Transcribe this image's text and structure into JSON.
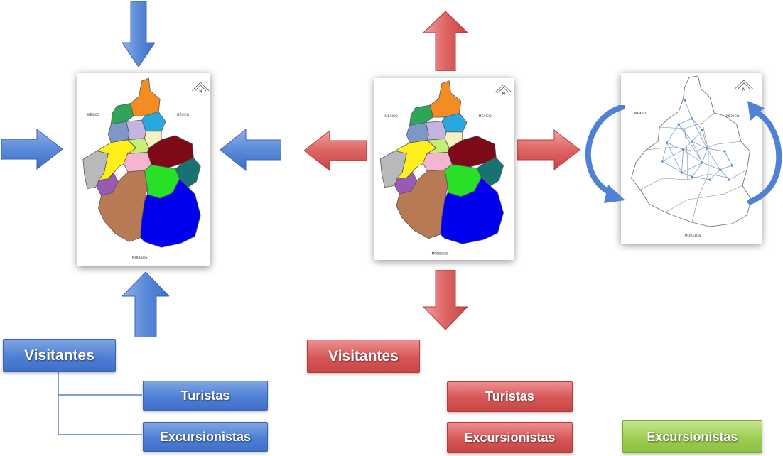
{
  "colors": {
    "blue": "#4f81d4",
    "red": "#d65656",
    "green": "#9bcb52"
  },
  "left_group": {
    "root_label": "Visitantes",
    "child_labels": [
      "Turistas",
      "Excursionistas"
    ]
  },
  "middle_group": {
    "root_label": "Visitantes",
    "child_labels": [
      "Turistas",
      "Excursionistas"
    ]
  },
  "right_group": {
    "label": "Excursionistas"
  }
}
